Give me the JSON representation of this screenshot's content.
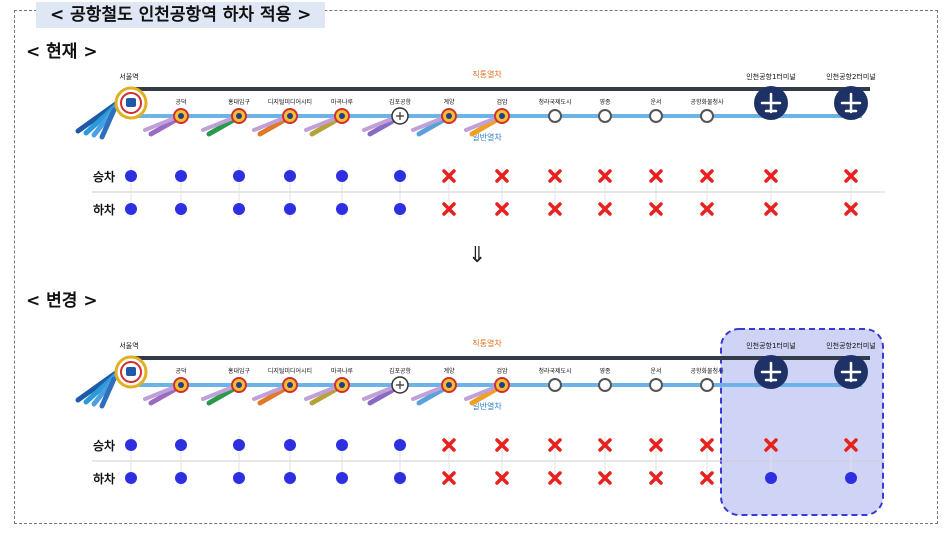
{
  "page_title": "< 공항철도 인천공항역 하차 적용 >",
  "sections": {
    "current": {
      "label": "< 현재 >"
    },
    "changed": {
      "label": "< 변경 >"
    }
  },
  "arrow": "⇓",
  "lines": {
    "express_label": "직통열차",
    "local_label": "일반열차"
  },
  "row_labels": {
    "board": "승차",
    "alight": "하차"
  },
  "stations": [
    {
      "name": "서울역",
      "type": "hub",
      "board_now": true,
      "alight_now": true,
      "board_new": true,
      "alight_new": true
    },
    {
      "name": "공덕",
      "type": "transfer",
      "board_now": true,
      "alight_now": true,
      "board_new": true,
      "alight_new": true
    },
    {
      "name": "홍대입구",
      "type": "transfer",
      "board_now": true,
      "alight_now": true,
      "board_new": true,
      "alight_new": true
    },
    {
      "name": "디지털미디어시티",
      "type": "transfer",
      "board_now": true,
      "alight_now": true,
      "board_new": true,
      "alight_new": true
    },
    {
      "name": "마곡나루",
      "type": "transfer",
      "board_now": true,
      "alight_now": true,
      "board_new": true,
      "alight_new": true
    },
    {
      "name": "김포공항",
      "type": "airport-transfer",
      "board_now": true,
      "alight_now": true,
      "board_new": true,
      "alight_new": true
    },
    {
      "name": "계양",
      "type": "transfer",
      "board_now": false,
      "alight_now": false,
      "board_new": false,
      "alight_new": false
    },
    {
      "name": "검암",
      "type": "transfer",
      "board_now": false,
      "alight_now": false,
      "board_new": false,
      "alight_new": false
    },
    {
      "name": "청라국제도시",
      "type": "plain",
      "board_now": false,
      "alight_now": false,
      "board_new": false,
      "alight_new": false
    },
    {
      "name": "영종",
      "type": "plain",
      "board_now": false,
      "alight_now": false,
      "board_new": false,
      "alight_new": false
    },
    {
      "name": "운서",
      "type": "plain",
      "board_now": false,
      "alight_now": false,
      "board_new": false,
      "alight_new": false
    },
    {
      "name": "공항화물청사",
      "type": "plain",
      "board_now": false,
      "alight_now": false,
      "board_new": false,
      "alight_new": false
    },
    {
      "name": "인천공항1터미널",
      "type": "terminal",
      "board_now": false,
      "alight_now": false,
      "board_new": false,
      "alight_new": true
    },
    {
      "name": "인천공항2터미널",
      "type": "terminal",
      "board_now": false,
      "alight_now": false,
      "board_new": false,
      "alight_new": true
    }
  ],
  "colors": {
    "express_line": "#333a48",
    "local_line": "#6db3e8",
    "terminal_fill": "#1f3268",
    "available_dot": "#2d2fe0",
    "unavailable_x": "#e8201e",
    "highlight_fill": "#cfd3f5",
    "highlight_border": "#3a3ad8"
  }
}
